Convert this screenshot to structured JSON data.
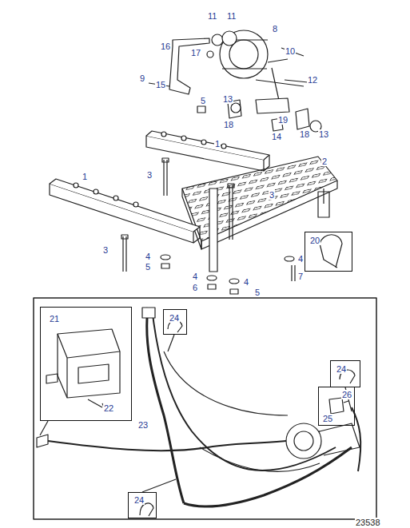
{
  "diagram": {
    "nodes": [
      {
        "text": [
          "20"
        ]
      },
      {
        "text": [
          "21",
          "22"
        ]
      },
      {
        "text": [
          "24"
        ]
      },
      {
        "text": [
          "24"
        ]
      },
      {
        "text": [
          "26",
          "25"
        ]
      },
      {
        "text": [
          "24"
        ]
      }
    ],
    "labels": [
      "11",
      "11",
      "8",
      "16",
      "17",
      "10",
      "9",
      "15",
      "12",
      "5",
      "13",
      "13",
      "19",
      "18",
      "14",
      "18",
      "1",
      "2",
      "1",
      "3",
      "3",
      "3",
      "4",
      "5",
      "4",
      "7",
      "4",
      "6",
      "4",
      "5",
      "23",
      "23538"
    ]
  }
}
